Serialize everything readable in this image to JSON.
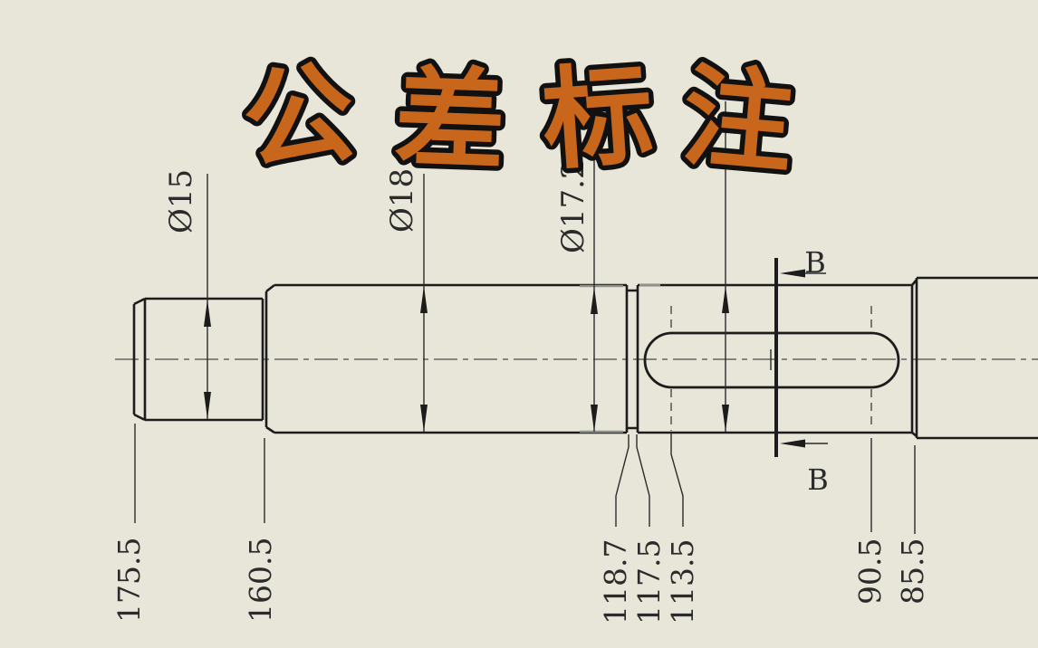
{
  "title": {
    "text": "公差标注",
    "chars": [
      "公",
      "差",
      "标",
      "注"
    ],
    "fill": "#c8661c",
    "outline": "#111111"
  },
  "colors": {
    "background": "#e8e5d9",
    "line": "#1c1c1c",
    "dim_text": "#2b2b2b",
    "centerline": "#4a4a4a",
    "edge_highlight": "#90908a"
  },
  "dims": {
    "diameters": [
      "Ø15",
      "Ø18",
      "Ø17.2"
    ],
    "lengths": [
      "175.5",
      "160.5",
      "118.7",
      "117.5",
      "113.5",
      "90.5",
      "85.5"
    ],
    "section_label": "B"
  }
}
